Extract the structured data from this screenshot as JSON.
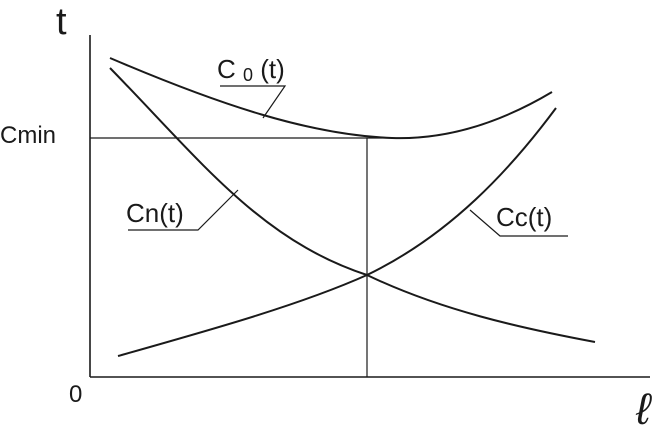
{
  "diagram": {
    "y_axis_label": "t",
    "x_axis_label": "ℓ",
    "origin_label": "0",
    "cmin_label": "Cmin",
    "curves": {
      "c0": {
        "label_main": "C",
        "label_sub": "0",
        "label_tail": " (t)"
      },
      "cn": {
        "label": "Cn(t)"
      },
      "cc": {
        "label": "Cc(t)"
      }
    },
    "colors": {
      "ink": "#1a1a1a",
      "background": "#ffffff"
    }
  }
}
